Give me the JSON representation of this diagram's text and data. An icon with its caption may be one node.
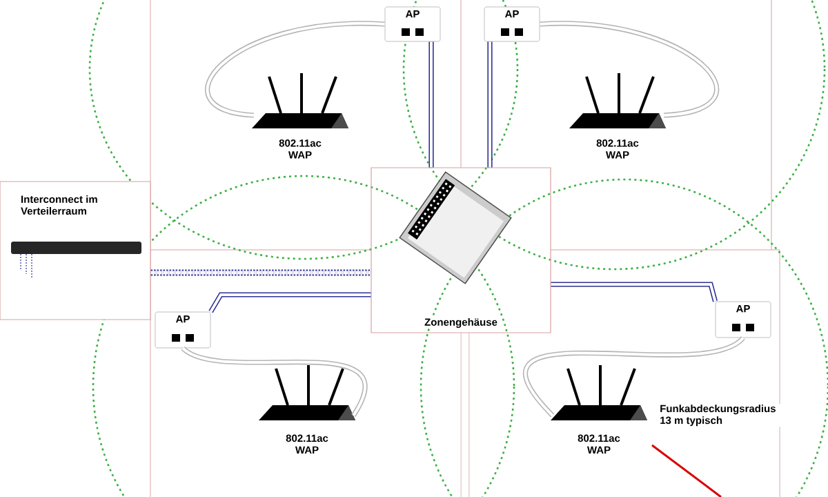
{
  "diagram": {
    "nodes": [
      {
        "text": [
          "Interconnect im Verteilerraum"
        ]
      },
      {
        "text": [
          "Zonengehäuse"
        ]
      },
      {
        "text": [
          "AP"
        ]
      },
      {
        "text": [
          "AP"
        ]
      },
      {
        "text": [
          "AP"
        ]
      },
      {
        "text": [
          "AP"
        ]
      },
      {
        "text": [
          "802.11ac WAP"
        ]
      },
      {
        "text": [
          "802.11ac WAP"
        ]
      },
      {
        "text": [
          "802.11ac WAP"
        ]
      },
      {
        "text": [
          "802.11ac WAP"
        ]
      }
    ],
    "edges": [
      {
        "from": 0,
        "to": 1,
        "arrow": "none",
        "style": "dashed"
      },
      {
        "from": 1,
        "to": 2,
        "arrow": "none"
      },
      {
        "from": 1,
        "to": 3,
        "arrow": "none"
      },
      {
        "from": 1,
        "to": 4,
        "arrow": "none"
      },
      {
        "from": 1,
        "to": 5,
        "arrow": "none"
      },
      {
        "from": 2,
        "to": 6,
        "arrow": "none",
        "color": "#b4b4b4"
      },
      {
        "from": 3,
        "to": 7,
        "arrow": "none",
        "color": "#b4b4b4"
      },
      {
        "from": 4,
        "to": 8,
        "arrow": "none",
        "color": "#b4b4b4"
      },
      {
        "from": 5,
        "to": 9,
        "arrow": "none",
        "color": "#b4b4b4"
      }
    ],
    "labels": [
      "Funkabdeckungsradius 13 m typisch"
    ]
  }
}
